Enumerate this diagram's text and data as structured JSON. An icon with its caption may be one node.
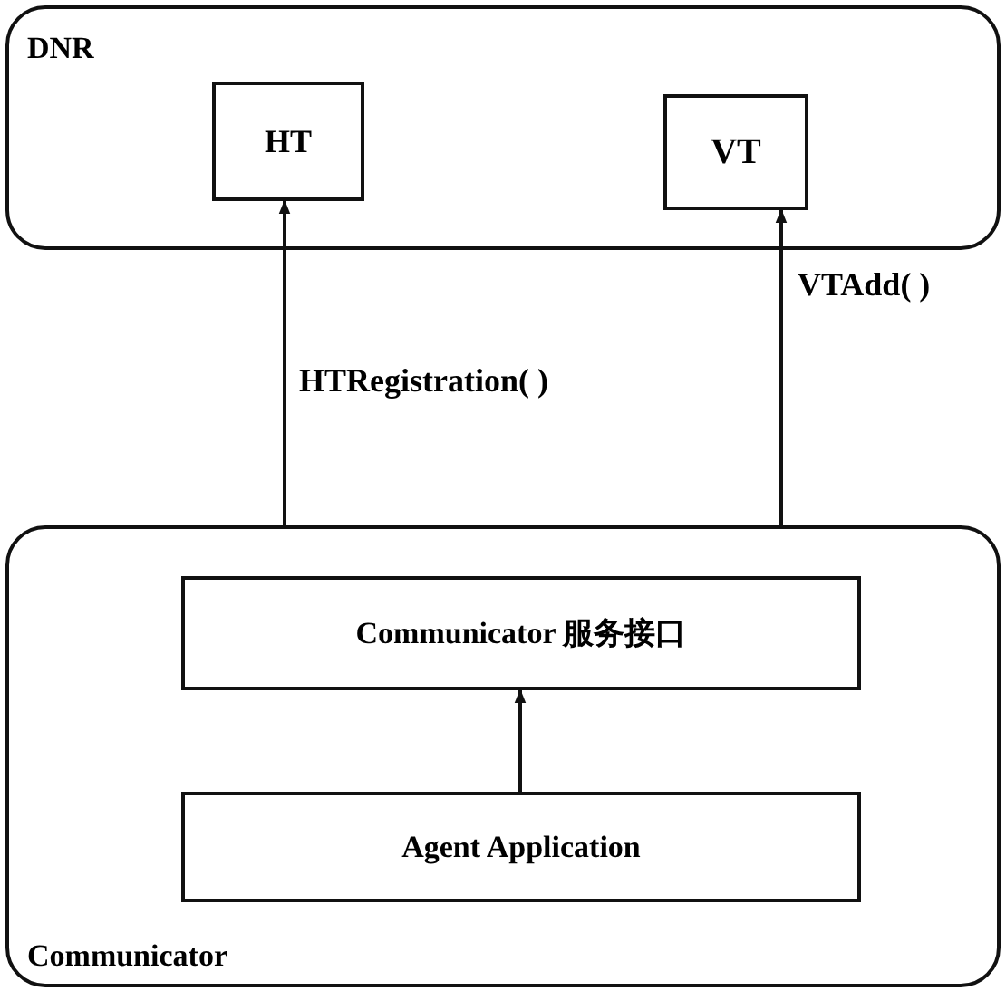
{
  "diagram": {
    "nodes": [
      {
        "text": [
          "DNR"
        ]
      },
      {
        "text": [
          "HT"
        ],
        "in": 0
      },
      {
        "text": [
          "VT"
        ],
        "in": 0
      },
      {
        "text": [
          "Communicator"
        ]
      },
      {
        "text": [
          "Communicator 服务接口"
        ],
        "in": 3
      },
      {
        "text": [
          "Agent Application"
        ],
        "in": 3
      }
    ],
    "edges": [
      {
        "from": 3,
        "to": 1,
        "arrow": "to",
        "label": "HTRegistration( )"
      },
      {
        "from": 3,
        "to": 2,
        "arrow": "to",
        "label": "VTAdd( )"
      },
      {
        "from": 5,
        "to": 4,
        "arrow": "to"
      }
    ]
  }
}
